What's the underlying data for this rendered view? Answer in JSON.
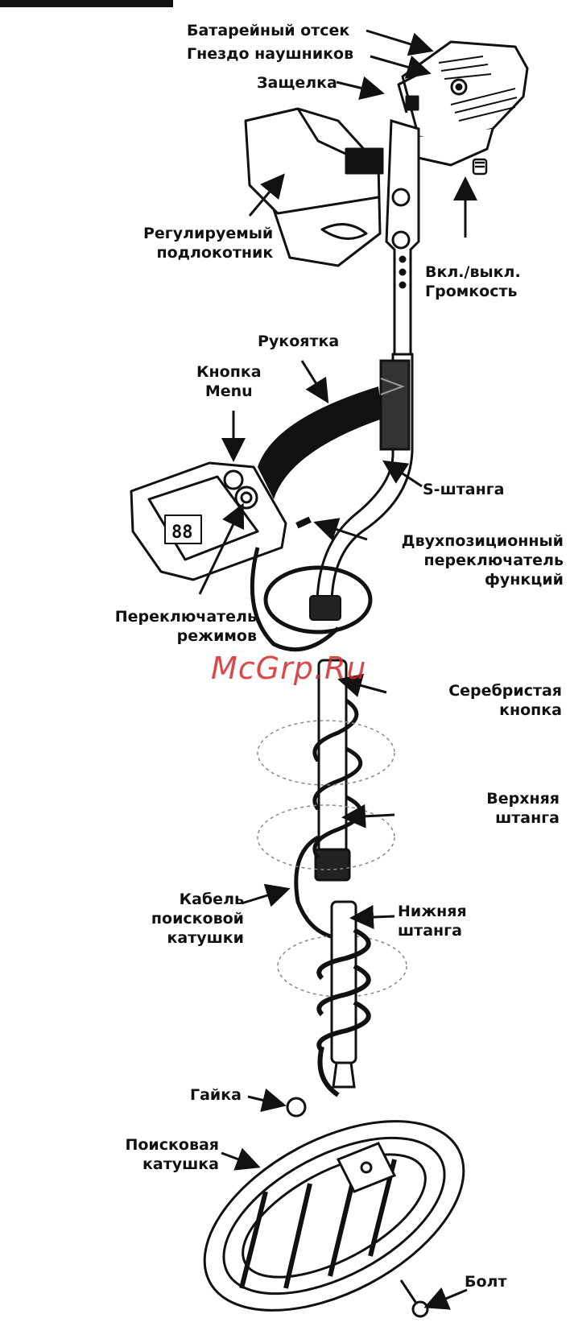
{
  "labels": {
    "battery": "Батарейный отсек",
    "headphones": "Гнездо наушников",
    "latch": "Защелка",
    "armrest": [
      "Регулируемый",
      "подлокотник"
    ],
    "power": [
      "Вкл./выкл.",
      "Громкость"
    ],
    "grip": "Рукоятка",
    "menu": [
      "Кнопка",
      "Menu"
    ],
    "s_shaft": "S-штанга",
    "switch": [
      "Двухпозиционный",
      "переключатель",
      "функций"
    ],
    "mode": [
      "Переключатель",
      "режимов"
    ],
    "silver": [
      "Серебристая",
      "кнопка"
    ],
    "upper": [
      "Верхняя",
      "штанга"
    ],
    "lower": [
      "Нижняя",
      "штанга"
    ],
    "cable": [
      "Кабель",
      "поисковой",
      "катушки"
    ],
    "nut": "Гайка",
    "coil": [
      "Поисковая",
      "катушка"
    ],
    "bolt": "Болт"
  },
  "watermark": "McGrp.Ru",
  "colors": {
    "ink": "#111111",
    "watermark": "#d42a2a"
  }
}
